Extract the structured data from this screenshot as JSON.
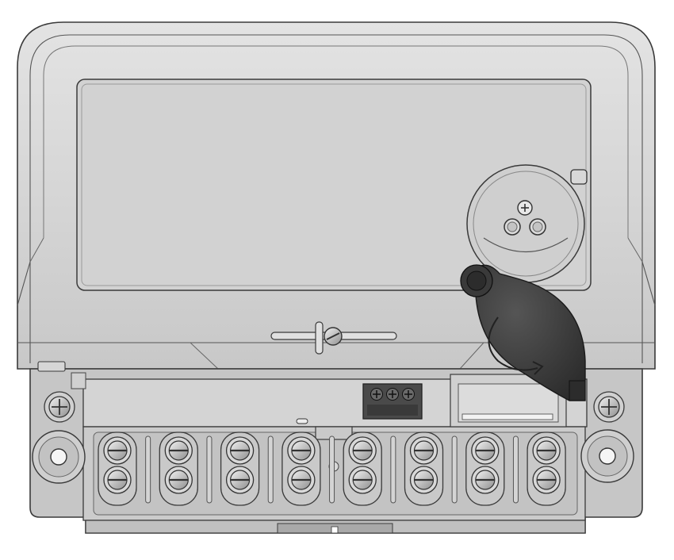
{
  "device": {
    "kind": "electricity-meter-housing",
    "colors": {
      "body": "#c9c9c9",
      "body_light": "#dcdcdc",
      "body_dark": "#a8a8a8",
      "outline": "#3a3a3a",
      "window": "#d2d2d2",
      "cap": "#3c3c3c",
      "connector": "#4a4a4a",
      "terminal_fill": "#bdbdbd"
    },
    "terminal_pairs": 8,
    "connector_pins": 3
  }
}
